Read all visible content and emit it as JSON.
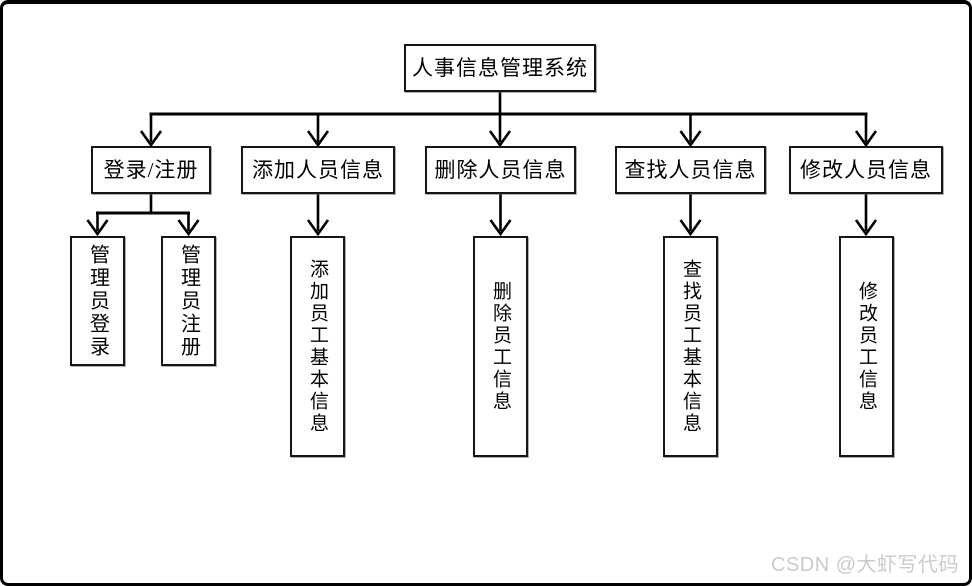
{
  "diagram": {
    "root": {
      "label": "人事信息管理系统"
    },
    "level2": [
      {
        "label": "登录/注册"
      },
      {
        "label": "添加人员信息"
      },
      {
        "label": "删除人员信息"
      },
      {
        "label": "查找人员信息"
      },
      {
        "label": "修改人员信息"
      }
    ],
    "level3": [
      {
        "label": "管理员登录"
      },
      {
        "label": "管理员注册"
      },
      {
        "label": "添加员工基本信息"
      },
      {
        "label": "删除员工信息"
      },
      {
        "label": "查找员工基本信息"
      },
      {
        "label": "修改员工信息"
      }
    ],
    "colors": {
      "line": "#000000",
      "box_border": "#161616",
      "background": "#ffffff",
      "watermark_text": "#cbcbcb"
    },
    "watermark": "CSDN @大虾写代码"
  }
}
